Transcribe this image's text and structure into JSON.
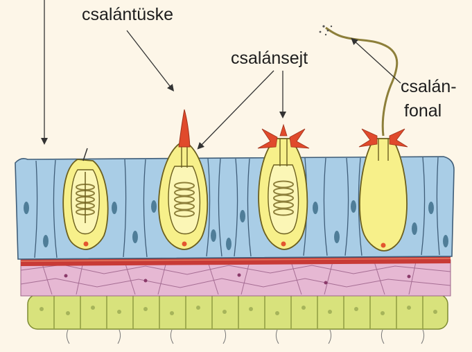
{
  "labels": {
    "cnidocil": "csalántüske",
    "cnidocyte": "csalánsejt",
    "thread_line1": "csalán-",
    "thread_line2": "fonal"
  },
  "colors": {
    "background": "#fdf6e8",
    "epidermis": "#a9cde6",
    "cell_outline": "#3f5d78",
    "nucleus": "#4f7d98",
    "nematocyst": "#f7f08a",
    "nematocyst_outline": "#6b5f1e",
    "coil": "#8d7f3a",
    "cnidocil_red": "#e04a2c",
    "mesoglea": "#c83a36",
    "connective": "#e6b8d3",
    "gastrodermis": "#d8e27c",
    "arrow": "#333333"
  }
}
